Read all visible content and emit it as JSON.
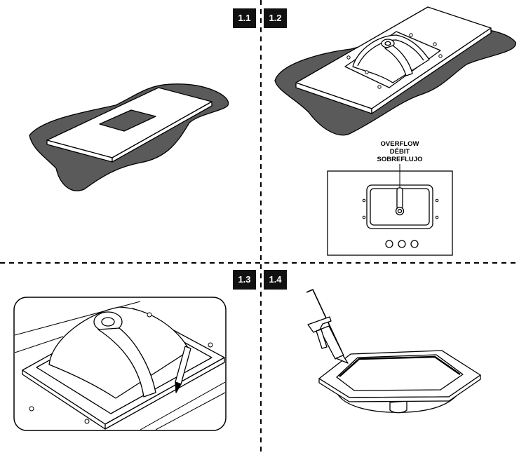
{
  "steps": {
    "s1": "1.1",
    "s2": "1.2",
    "s3": "1.3",
    "s4": "1.4"
  },
  "overflow": {
    "line1": "OVERFLOW",
    "line2": "DÉBIT",
    "line3": "SOBREFLUJO"
  },
  "colors": {
    "ink": "#000000",
    "shadow": "#5a5a5a",
    "badge": "#111111",
    "paper": "#ffffff"
  }
}
